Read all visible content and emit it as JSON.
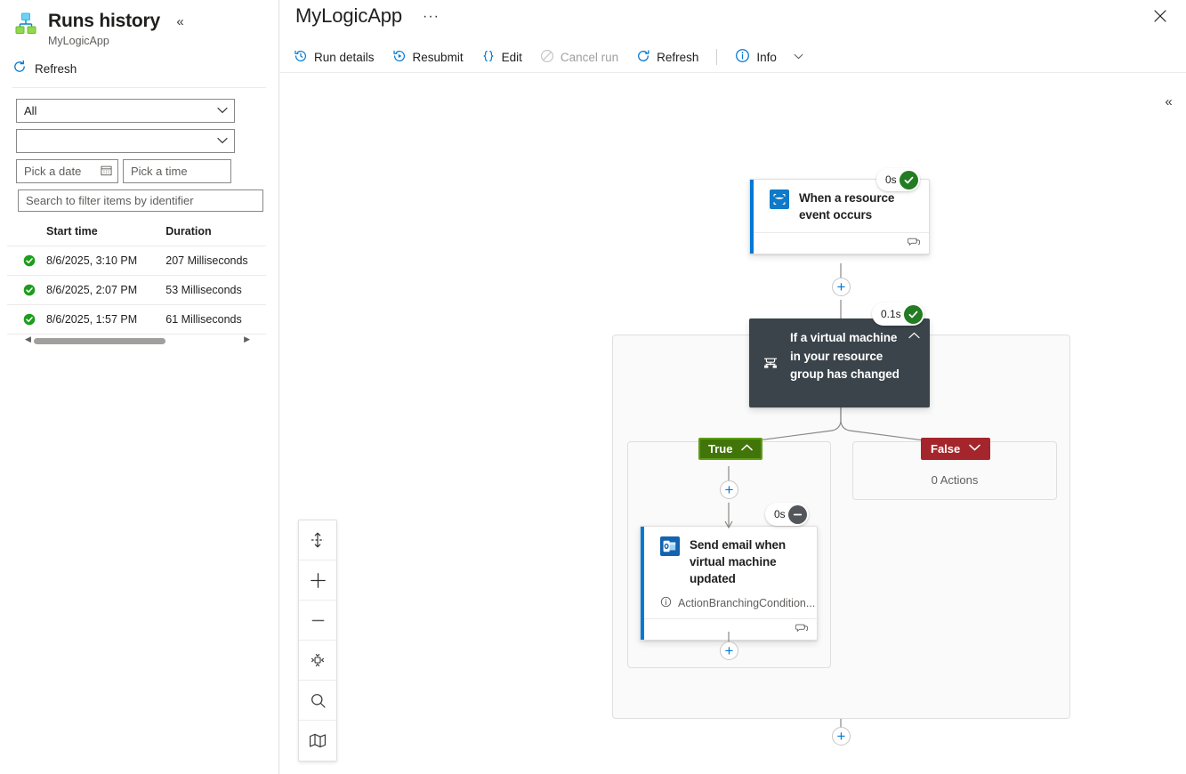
{
  "sidebar": {
    "title": "Runs history",
    "subtitle": "MyLogicApp",
    "collapse_icon": "chevron-double-left-icon",
    "app_icon": "logic-app-icon",
    "refresh_label": "Refresh",
    "filters": {
      "status_dropdown_value": "All",
      "second_dropdown_value": "",
      "date_placeholder": "Pick a date",
      "time_placeholder": "Pick a time",
      "search_placeholder": "Search to filter items by identifier"
    },
    "table": {
      "columns": [
        "Start time",
        "Duration"
      ],
      "rows": [
        {
          "status": "succeeded",
          "start_time": "8/6/2025, 3:10 PM",
          "duration": "207 Milliseconds"
        },
        {
          "status": "succeeded",
          "start_time": "8/6/2025, 2:07 PM",
          "duration": "53 Milliseconds"
        },
        {
          "status": "succeeded",
          "start_time": "8/6/2025, 1:57 PM",
          "duration": "61 Milliseconds"
        }
      ]
    }
  },
  "header": {
    "title": "MyLogicApp",
    "ellipsis": "···",
    "close_icon": "close-icon"
  },
  "toolbar": {
    "run_details": "Run details",
    "resubmit": "Resubmit",
    "edit": "Edit",
    "cancel_run": "Cancel run",
    "refresh": "Refresh",
    "info": "Info"
  },
  "canvas": {
    "collapse_icon": "chevron-double-left-icon",
    "controls": [
      {
        "name": "fit-to-screen-button"
      },
      {
        "name": "zoom-in-button"
      },
      {
        "name": "zoom-out-button"
      },
      {
        "name": "recenter-button"
      },
      {
        "name": "search-button"
      },
      {
        "name": "minimap-button"
      }
    ],
    "nodes": {
      "trigger": {
        "title": "When a resource event occurs",
        "icon": "event-grid-icon",
        "duration": "0s",
        "status": "succeeded",
        "comment_icon": "comment-icon"
      },
      "condition": {
        "title": "If a virtual machine in your resource group has changed",
        "icon": "condition-icon",
        "duration": "0.1s",
        "status": "succeeded",
        "chevron": "chevron-up-icon"
      },
      "true_branch": {
        "label": "True",
        "chevron": "chevron-up-icon"
      },
      "false_branch": {
        "label": "False",
        "chevron": "chevron-down-icon",
        "empty_text": "0 Actions"
      },
      "email_action": {
        "title": "Send email when virtual machine updated",
        "icon": "outlook-icon",
        "subtitle": "ActionBranchingCondition...",
        "subtitle_icon": "info-icon",
        "duration": "0s",
        "status": "skipped",
        "comment_icon": "comment-icon"
      }
    }
  },
  "colors": {
    "accent": "#0078d4",
    "success": "#237b22",
    "skipped": "#53565a",
    "true_badge": "#41750a",
    "false_badge": "#a4262c",
    "condition_bg": "#3b444b"
  }
}
